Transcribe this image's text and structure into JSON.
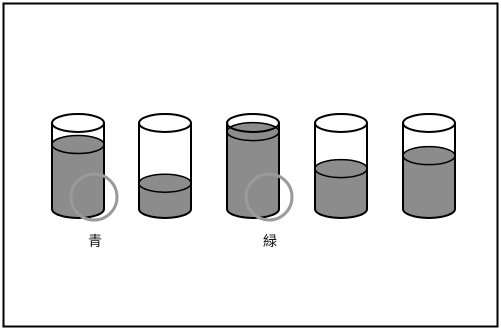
{
  "figure": {
    "colors": {
      "frame": "#000000",
      "outline": "#000000",
      "liquid": "#8c8c8c",
      "glass": "#ffffff",
      "marker_ring": "#9a9a9a"
    },
    "cylinders": [
      {
        "liquid_fill_level": 0.75,
        "highlighted": true,
        "label": "青",
        "marker_icon": "circle-ring-icon"
      },
      {
        "liquid_fill_level": 0.3,
        "highlighted": false,
        "label": "",
        "marker_icon": ""
      },
      {
        "liquid_fill_level": 0.9,
        "highlighted": true,
        "label": "緑",
        "marker_icon": "circle-ring-icon"
      },
      {
        "liquid_fill_level": 0.47,
        "highlighted": false,
        "label": "",
        "marker_icon": ""
      },
      {
        "liquid_fill_level": 0.62,
        "highlighted": false,
        "label": "",
        "marker_icon": ""
      }
    ]
  }
}
